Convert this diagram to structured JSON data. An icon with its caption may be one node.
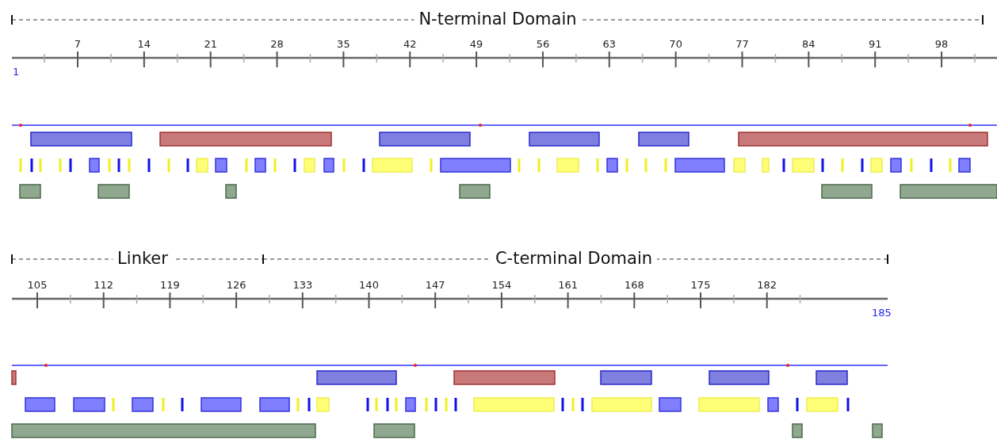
{
  "diagram": {
    "labels": [
      "N-terminal Domain",
      "7",
      "14",
      "21",
      "28",
      "35",
      "42",
      "49",
      "56",
      "63",
      "70",
      "77",
      "84",
      "91",
      "98",
      "1",
      "Linker",
      "C-terminal Domain",
      "105",
      "112",
      "119",
      "126",
      "133",
      "140",
      "147",
      "154",
      "161",
      "168",
      "175",
      "182",
      "185"
    ]
  }
}
